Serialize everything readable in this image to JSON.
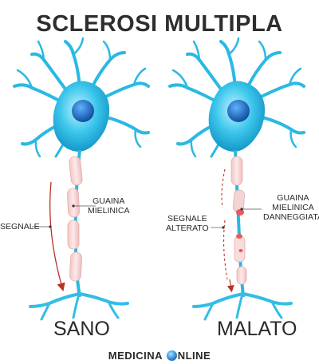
{
  "title": "SCLEROSI MULTIPLA",
  "healthy": {
    "signal_label": "SEGNALE",
    "sheath_label_1": "GUAINA",
    "sheath_label_2": "MIELINICA",
    "state_label": "SANO"
  },
  "sick": {
    "signal_label_1": "SEGNALE",
    "signal_label_2": "ALTERATO",
    "sheath_label_1": "GUAINA",
    "sheath_label_2": "MIELINICA",
    "sheath_label_3": "DANNEGGIATA",
    "state_label": "MALATO"
  },
  "brand": {
    "left": "MEDICINA",
    "right": "NLINE"
  },
  "colors": {
    "neuron": "#1fb6e0",
    "nucleus": "#1d74c6",
    "myelin": "#f6cfcf",
    "signal": "#c0392b"
  }
}
